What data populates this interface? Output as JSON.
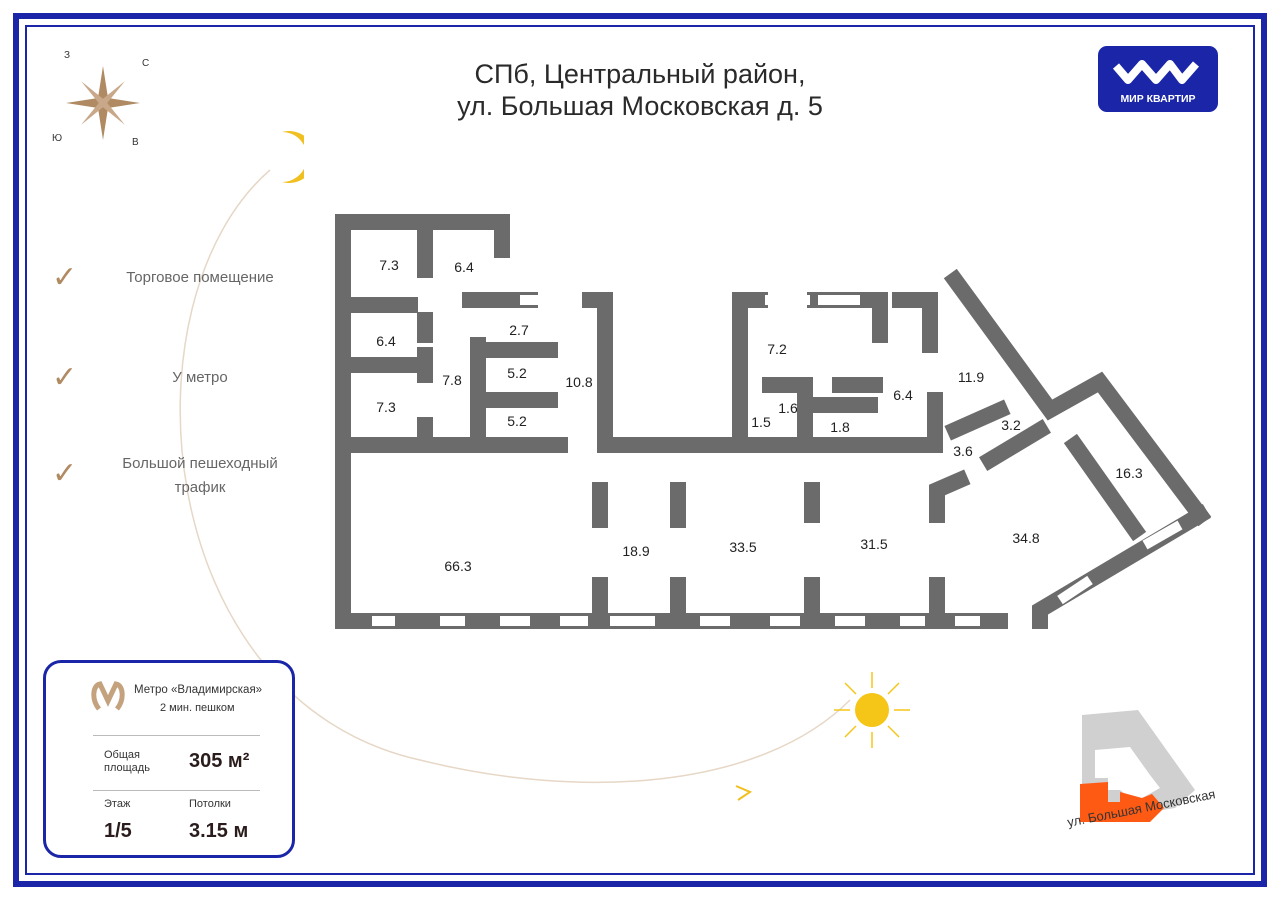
{
  "header": {
    "line1": "СПб, Центральный район,",
    "line2": "ул. Большая Московская д. 5"
  },
  "logo": {
    "text": "МИР КВАРТИР"
  },
  "compass": {
    "north": "С",
    "south": "Ю",
    "west": "З",
    "east": "В"
  },
  "features": [
    "Торговое помещение",
    "У метро",
    "Большой пешеходный трафик"
  ],
  "rooms": [
    "7.3",
    "6.4",
    "6.4",
    "7.3",
    "7.8",
    "2.7",
    "5.2",
    "5.2",
    "10.8",
    "7.2",
    "1.5",
    "1.6",
    "1.8",
    "6.4",
    "11.9",
    "3.2",
    "3.6",
    "16.3",
    "66.3",
    "18.9",
    "33.5",
    "31.5",
    "34.8"
  ],
  "info": {
    "metro": "Метро «Владимирская»",
    "walk": "2 мин. пешком",
    "area_label_1": "Общая",
    "area_label_2": "площадь",
    "area_value": "305 м²",
    "floor_label": "Этаж",
    "floor_value": "1/5",
    "ceiling_label": "Потолки",
    "ceiling_value": "3.15 м"
  },
  "minimap": {
    "street": "ул. Большая Московская"
  },
  "colors": {
    "brand": "#1a25a8",
    "walls": "#6b6b6b",
    "accent": "#b08a62",
    "highlight": "#ff5a14"
  }
}
